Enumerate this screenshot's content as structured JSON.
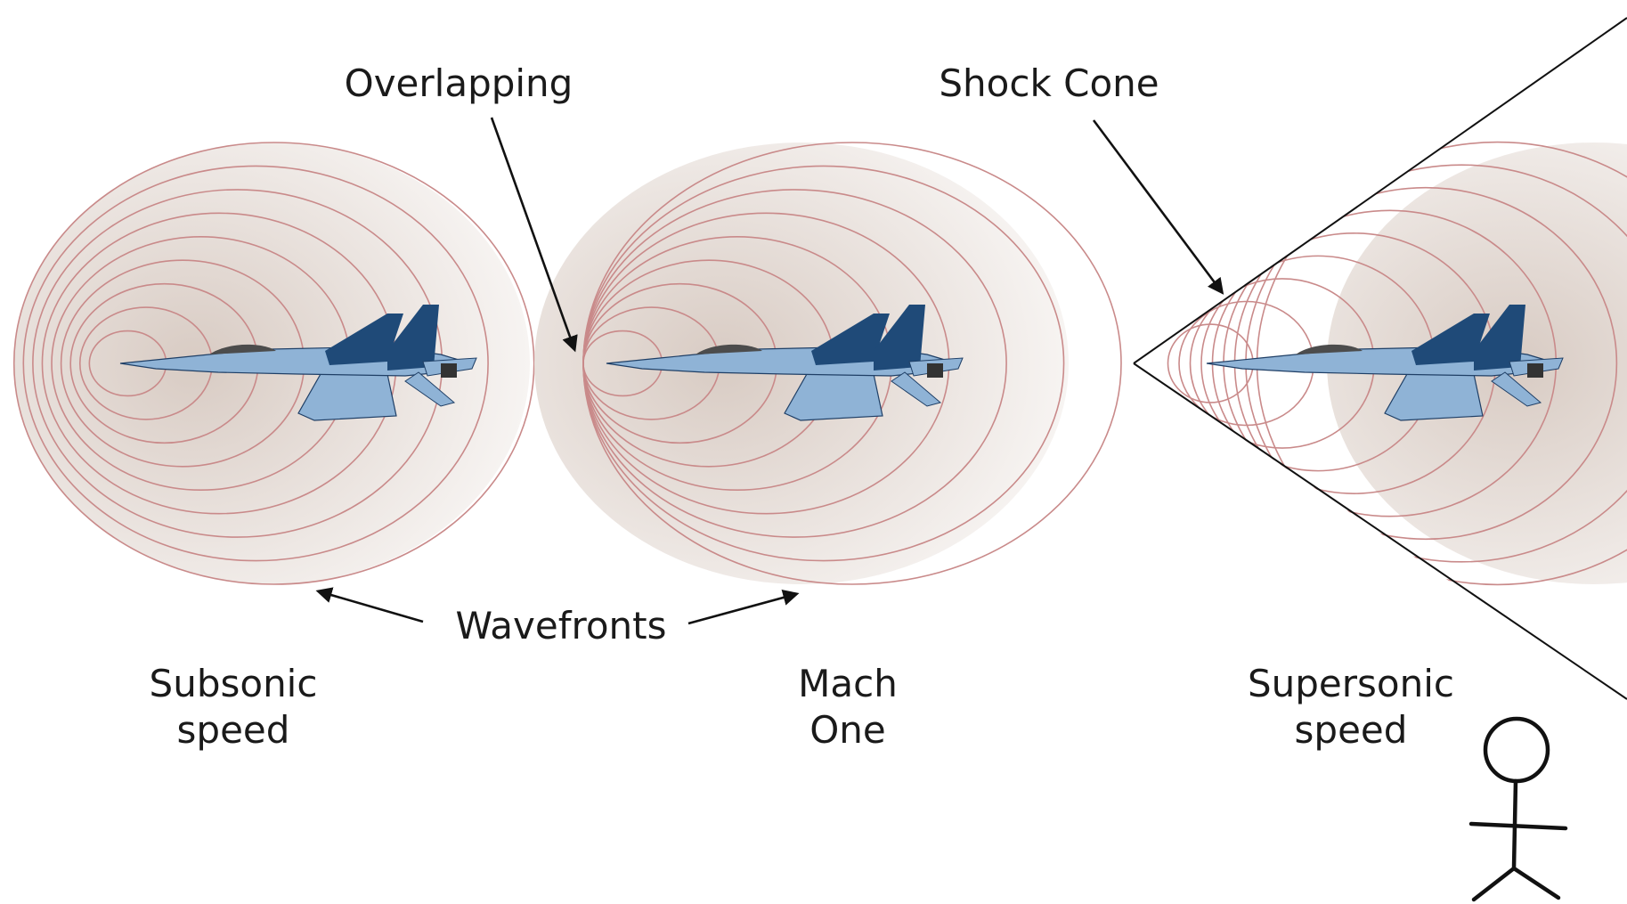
{
  "labels": {
    "overlapping": "Overlapping",
    "shock_cone": "Shock Cone",
    "wavefronts": "Wavefronts",
    "subsonic_line1": "Subsonic",
    "subsonic_line2": "speed",
    "mach_line1": "Mach",
    "mach_line2": "One",
    "supersonic_line1": "Supersonic",
    "supersonic_line2": "speed"
  },
  "colors": {
    "wavefront": "#c98a8a",
    "wave_fill": "#e6ddd8",
    "jet_light": "#8fb3d6",
    "jet_dark": "#1f4a78",
    "ink": "#111111"
  },
  "icons": {
    "jet": "fighter-jet-icon",
    "stick_figure": "stick-figure-icon"
  }
}
